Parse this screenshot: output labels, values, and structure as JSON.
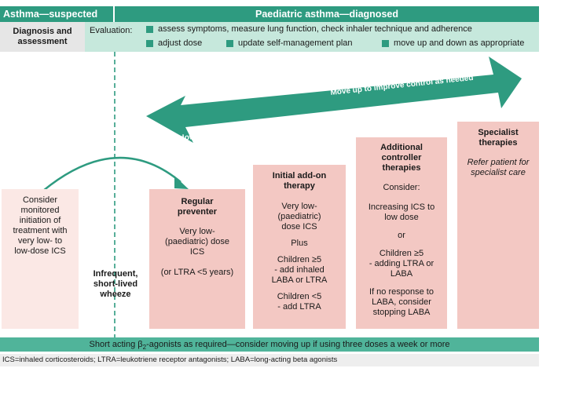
{
  "header": {
    "suspected": "Asthma—suspected",
    "diagnosed": "Paediatric asthma—diagnosed"
  },
  "diagnosis": {
    "label": "Diagnosis and assessment"
  },
  "evaluation": {
    "label": "Evaluation:",
    "items": [
      "assess symptoms, measure lung function, check inhaler technique and adherence",
      "adjust dose",
      "update self-management plan",
      "move up and down as appropriate"
    ]
  },
  "arrow": {
    "up": "Move up to improve control as needed",
    "down": "Move down to find and maintain lowest controlling therapy"
  },
  "consider_box": {
    "lines": [
      "Consider",
      "monitored",
      "initiation of",
      "treatment with",
      "very low- to",
      "low-dose ICS"
    ]
  },
  "wheeze": {
    "lines": [
      "Infrequent,",
      "short-lived",
      "wheeze"
    ]
  },
  "steps": [
    {
      "title": [
        "Regular",
        "preventer"
      ],
      "lines": [
        "Very low-",
        "(paediatric) dose",
        "ICS",
        "",
        "(or LTRA <5 years)"
      ]
    },
    {
      "title": [
        "Initial add-on",
        "therapy"
      ],
      "lines": [
        "Very low-",
        "(paediatric)",
        "dose ICS",
        "",
        "Plus",
        "",
        "Children ≥5",
        "- add inhaled",
        "LABA or LTRA",
        "",
        "Children <5",
        "- add LTRA"
      ]
    },
    {
      "title": [
        "Additional",
        "controller",
        "therapies"
      ],
      "lines": [
        "Consider:",
        "",
        "Increasing ICS to",
        "low dose",
        "",
        "or",
        "",
        "Children ≥5",
        "- adding LTRA or",
        "LABA",
        "",
        "If no response to",
        "LABA, consider",
        "stopping LABA"
      ]
    },
    {
      "title": [
        "Specialist",
        "therapies"
      ],
      "lines": [
        "Refer patient for",
        "specialist care"
      ]
    }
  ],
  "bottom_bar": {
    "pre": "Short acting β",
    "sub": "2",
    "post": "-agonists as required—consider moving up if using three doses a week or more"
  },
  "abbreviations": "ICS=inhaled corticosteroids; LTRA=leukotriene receptor antagonists; LABA=long-acting beta agonists",
  "colors": {
    "teal": "#2e9b80",
    "light_teal": "#c6e8dc",
    "step_pink": "#f3c8c3",
    "light_pink": "#fbe8e5"
  }
}
